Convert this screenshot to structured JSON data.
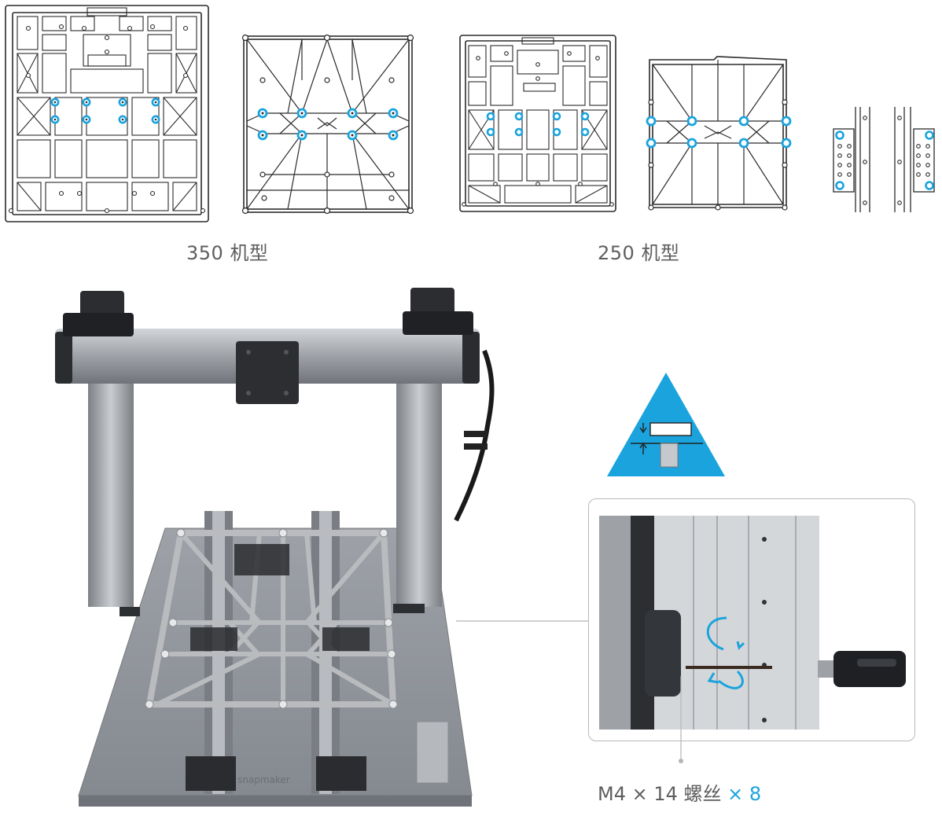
{
  "labels": {
    "model_350": "350 机型",
    "model_250": "250 机型"
  },
  "caption": {
    "screw": "M4 × 14 螺丝",
    "qty": "× 8"
  },
  "brand_mark": "snapmaker",
  "colors": {
    "accent": "#1aa3dd",
    "line": "#2b2b2b",
    "frame": "#8d9196"
  }
}
